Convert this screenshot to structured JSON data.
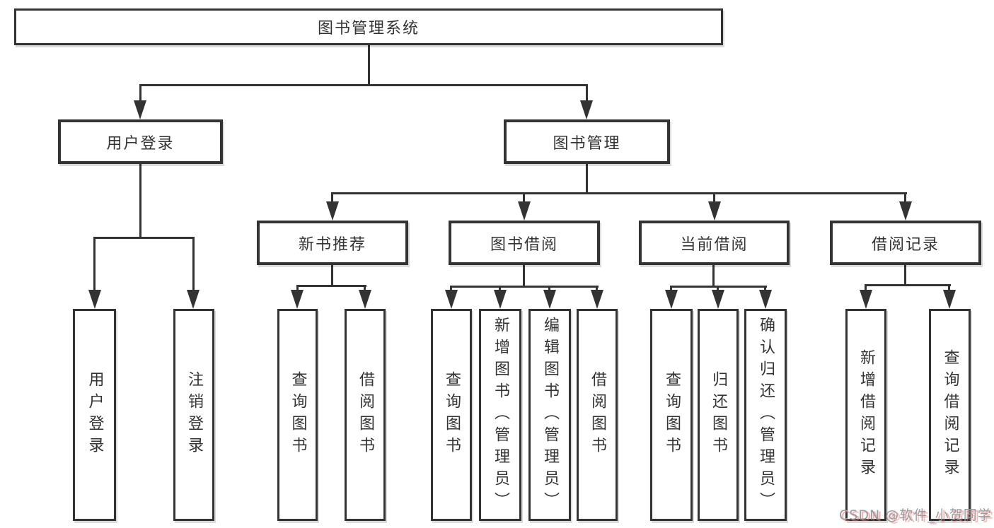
{
  "diagram": {
    "root": "图书管理系统",
    "level2": [
      "用户登录",
      "图书管理"
    ],
    "level3": [
      "新书推荐",
      "图书借阅",
      "当前借阅",
      "借阅记录"
    ],
    "leaves_user": [
      "用户登录",
      "注销登录"
    ],
    "leaves_newbook": [
      "查询图书",
      "借阅图书"
    ],
    "leaves_borrow": [
      "查询图书",
      "新增图书（管理员）",
      "编辑图书（管理员）",
      "借阅图书"
    ],
    "leaves_current": [
      "查询图书",
      "归还图书",
      "确认归还（管理员）"
    ],
    "leaves_records": [
      "新增借阅记录",
      "查询借阅记录"
    ]
  },
  "watermark": "CSDN @软件_小贺同学",
  "colors": {
    "line": "#333333",
    "box_border": "#333333",
    "text": "#333333",
    "background": "#ffffff",
    "watermark_text": "#9b9ba0",
    "watermark_shadow": "#e07a7a"
  }
}
